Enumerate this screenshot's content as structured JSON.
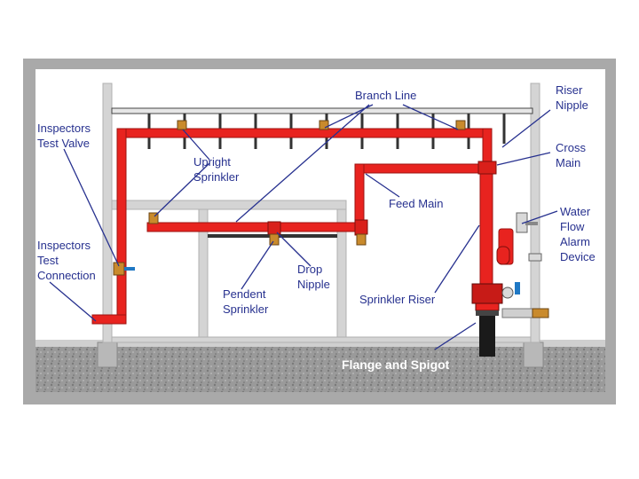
{
  "labels": {
    "branch_line": "Branch Line",
    "riser_nipple": "Riser\nNipple",
    "inspectors_test_valve": "Inspectors\nTest Valve",
    "cross_main": "Cross\nMain",
    "upright_sprinkler": "Upright\nSprinkler",
    "feed_main": "Feed Main",
    "water_flow_alarm_device": "Water\nFlow\nAlarm\nDevice",
    "inspectors_test_connection": "Inspectors\nTest\nConnection",
    "drop_nipple": "Drop\nNipple",
    "pendent_sprinkler": "Pendent\nSprinkler",
    "sprinkler_riser": "Sprinkler Riser",
    "flange_and_spigot": "Flange and Spigot"
  },
  "colors": {
    "pipe": "#e8231f",
    "pipe_shadow": "#9d1310",
    "label": "#27318f",
    "pointer": "#27318f",
    "structure": "#d4d4d4",
    "ground": "#8a8a8a",
    "frame": "#a9a9a9",
    "valve_head": "#c98a2c",
    "gauge": "#d9d9d9"
  }
}
